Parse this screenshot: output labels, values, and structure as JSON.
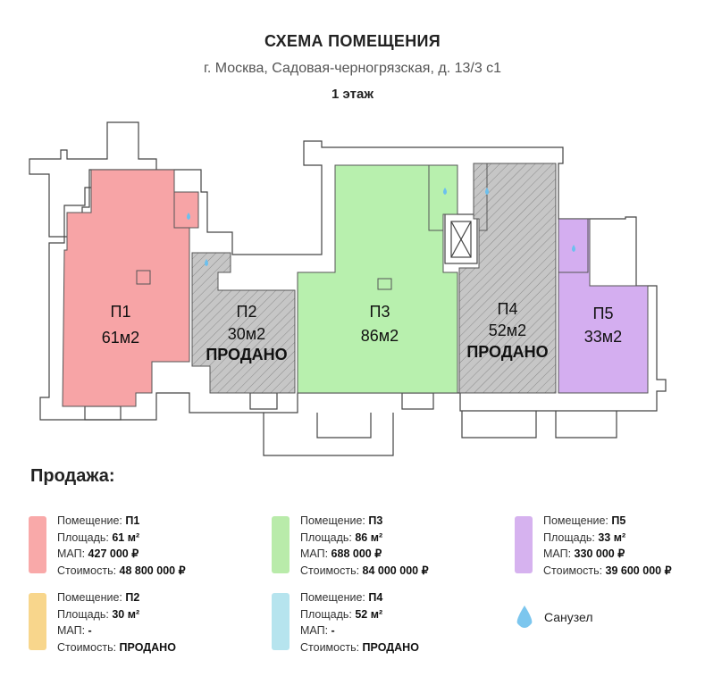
{
  "header": {
    "title": "СХЕМА ПОМЕЩЕНИЯ",
    "address": "г. Москва, Садовая-черногрязская, д. 13/3 с1",
    "floor": "1 этаж"
  },
  "rooms": [
    {
      "id": "П1",
      "area": "61м2",
      "status": "",
      "color": "#f9a7a7"
    },
    {
      "id": "П2",
      "area": "30м2",
      "status": "ПРОДАНО",
      "color": "#c9c9c9"
    },
    {
      "id": "П3",
      "area": "86м2",
      "status": "",
      "color": "#b8f0ae"
    },
    {
      "id": "П4",
      "area": "52м2",
      "status": "ПРОДАНО",
      "color": "#c9c9c9"
    },
    {
      "id": "П5",
      "area": "33м2",
      "status": "",
      "color": "#d4aef0"
    }
  ],
  "legend": {
    "title": "Продажа:",
    "labels": {
      "room": "Помещение: ",
      "area": "Площадь: ",
      "map": "МАП: ",
      "price": "Стоимость: "
    },
    "items": [
      {
        "room": "П1",
        "area": "61 м²",
        "map": "427 000 ₽",
        "price": "48 800 000 ₽",
        "color": "#f9a9a9"
      },
      {
        "room": "П2",
        "area": "30 м²",
        "map": "-",
        "price": "ПРОДАНО",
        "color": "#f8d68c"
      },
      {
        "room": "П3",
        "area": "86 м²",
        "map": "688 000 ₽",
        "price": "84 000 000 ₽",
        "color": "#b9ebaa"
      },
      {
        "room": "П4",
        "area": "52 м²",
        "map": "-",
        "price": "ПРОДАНО",
        "color": "#b6e4ee"
      },
      {
        "room": "П5",
        "area": "33 м²",
        "map": "330 000 ₽",
        "price": "39 600 000 ₽",
        "color": "#d6b2ef"
      }
    ],
    "wc_label": "Санузел"
  }
}
